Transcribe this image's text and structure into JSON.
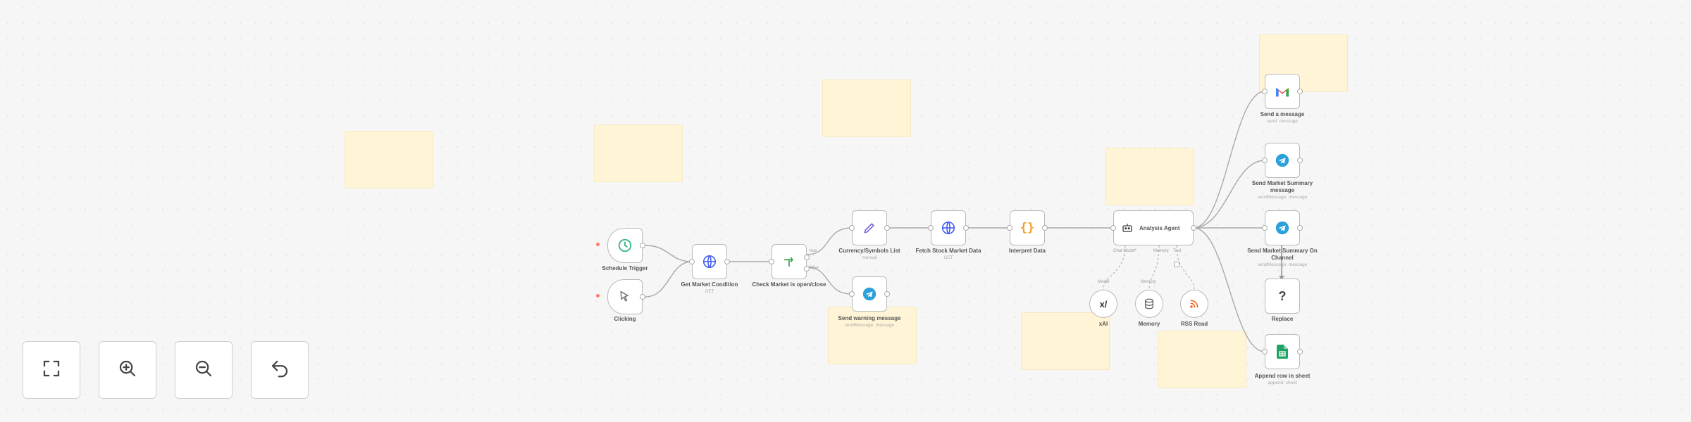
{
  "nodes": {
    "schedule_trigger": {
      "title": "Schedule Trigger"
    },
    "clicking": {
      "title": "Clicking"
    },
    "get_market_condition": {
      "title": "Get Market Condition",
      "subtitle": "GET"
    },
    "check_market_open": {
      "title": "Check Market is open/close"
    },
    "currency_symbols": {
      "title": "Currency/Symbols List",
      "subtitle": "manual"
    },
    "fetch_stock_data": {
      "title": "Fetch Stock Market Data",
      "subtitle": "GET"
    },
    "interpret_data": {
      "title": "Interpret Data"
    },
    "analysis_agent": {
      "title": "Analysis Agent"
    },
    "send_warning": {
      "title": "Send warning message",
      "subtitle": "sendMessage: message"
    },
    "send_gmail": {
      "title": "Send a message",
      "subtitle": "send: message"
    },
    "send_summary": {
      "title": "Send Market Summary message",
      "subtitle": "sendMessage: message"
    },
    "send_summary_channel": {
      "title": "Send Market Summary On Channel",
      "subtitle": "sendMessage: message"
    },
    "replace": {
      "title": "Replace"
    },
    "append_sheet": {
      "title": "Append row in sheet",
      "subtitle": "append: sheet"
    },
    "xai": {
      "title": "xAI"
    },
    "memory": {
      "title": "Memory"
    },
    "rss_read": {
      "title": "RSS Read"
    }
  },
  "connection_labels": {
    "true": "true",
    "false": "false",
    "chat_model": "Chat Model*",
    "memory": "Memory",
    "tool": "Tool",
    "model": "Model",
    "mem": "Memory"
  },
  "toolbar": {
    "fit_view": "fit-view-icon",
    "zoom_in": "zoom-in-icon",
    "zoom_out": "zoom-out-icon",
    "reset": "undo-icon"
  },
  "colors": {
    "sticky": "#fff5d6",
    "schedule": "#35b38f",
    "globe": "#3d5af1",
    "telegram": "#2aa1da",
    "sheets": "#1fa463",
    "interpret": "#f0a12c",
    "rss": "#f26522"
  }
}
